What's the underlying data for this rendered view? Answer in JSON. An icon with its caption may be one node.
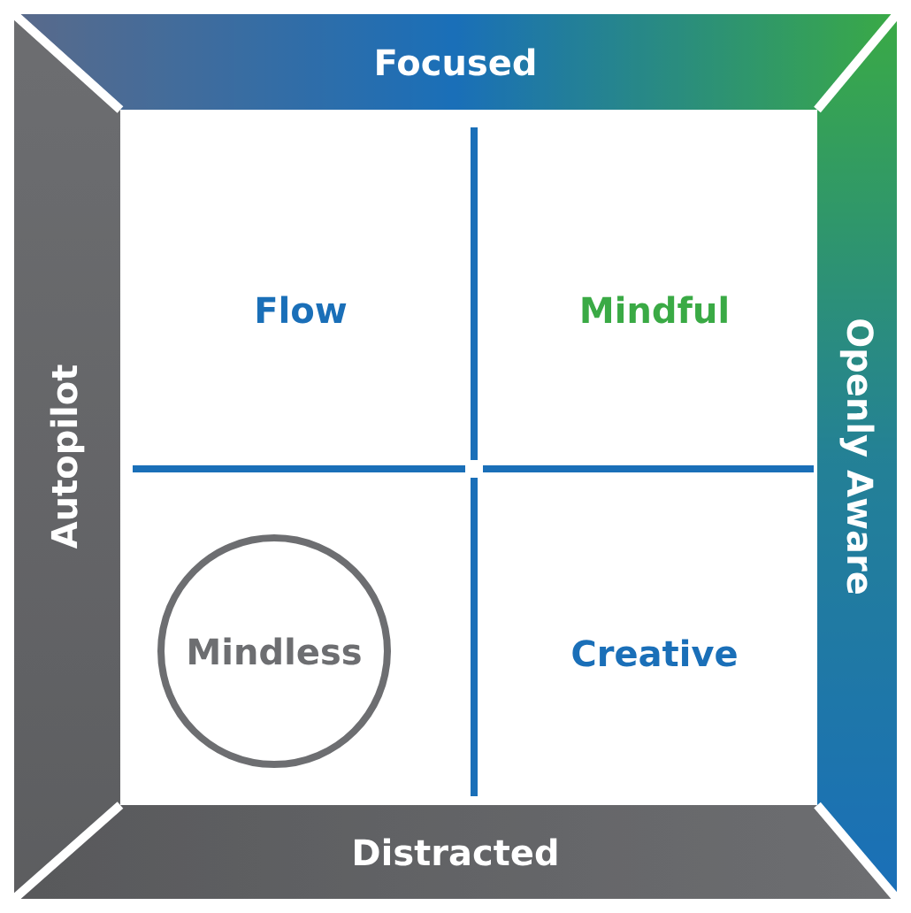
{
  "diagram": {
    "nodes": [
      {
        "text": [
          "Focused"
        ]
      },
      {
        "text": [
          "Openly Aware"
        ]
      },
      {
        "text": [
          "Distracted"
        ]
      },
      {
        "text": [
          "Autopilot"
        ]
      },
      {
        "text": [
          "Mindless"
        ]
      }
    ],
    "labels": [
      "Flow",
      "Mindful",
      "Creative"
    ]
  }
}
